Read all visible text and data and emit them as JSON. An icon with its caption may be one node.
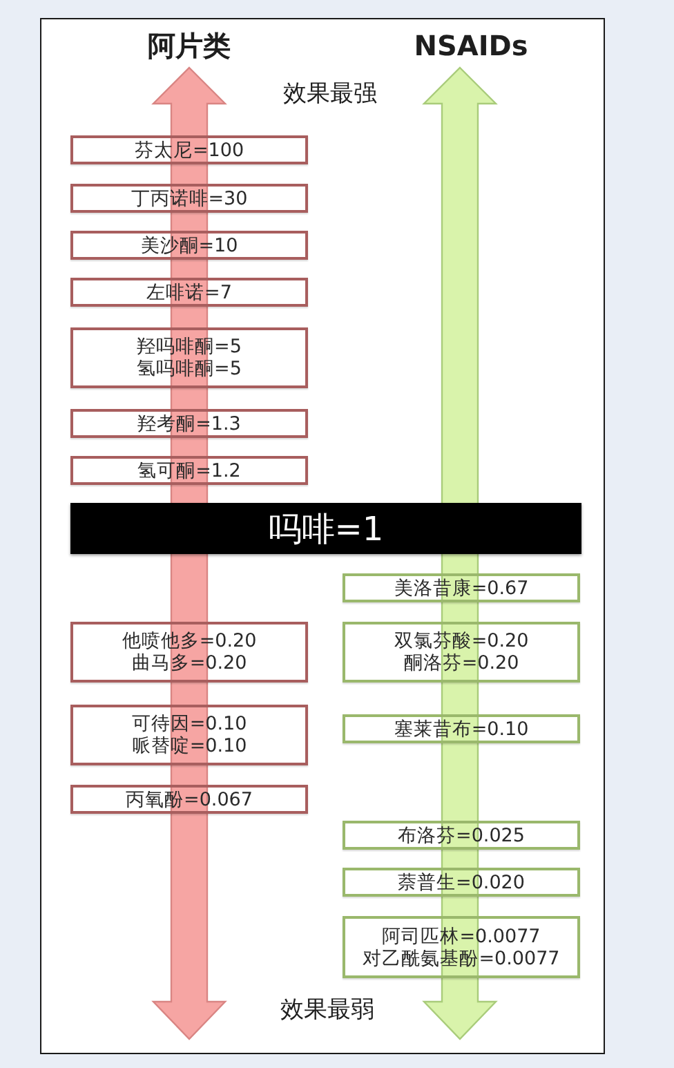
{
  "diagram": {
    "nodes": [
      {
        "text": [
          "芬太尼=100"
        ]
      },
      {
        "text": [
          "丁丙诺啡=30"
        ]
      },
      {
        "text": [
          "美沙酮=10"
        ]
      },
      {
        "text": [
          "左啡诺=7"
        ]
      },
      {
        "text": [
          "羟吗啡酮=5",
          "氢吗啡酮=5"
        ]
      },
      {
        "text": [
          "羟考酮=1.3"
        ]
      },
      {
        "text": [
          "氢可酮=1.2"
        ]
      },
      {
        "text": [
          "吗啡=1"
        ]
      },
      {
        "text": [
          "美洛昔康=0.67"
        ]
      },
      {
        "text": [
          "他喷他多=0.20",
          "曲马多=0.20"
        ]
      },
      {
        "text": [
          "双氯芬酸=0.20",
          "酮洛芬=0.20"
        ]
      },
      {
        "text": [
          "可待因=0.10",
          "哌替啶=0.10"
        ]
      },
      {
        "text": [
          "塞莱昔布=0.10"
        ]
      },
      {
        "text": [
          "丙氧酚=0.067"
        ]
      },
      {
        "text": [
          "布洛芬=0.025"
        ]
      },
      {
        "text": [
          "萘普生=0.020"
        ]
      },
      {
        "text": [
          "阿司匹林=0.0077",
          "对乙酰氨基酚=0.0077"
        ]
      }
    ],
    "labels": [
      "阿片类",
      "NSAIDs",
      "效果最强",
      "效果最弱"
    ]
  }
}
